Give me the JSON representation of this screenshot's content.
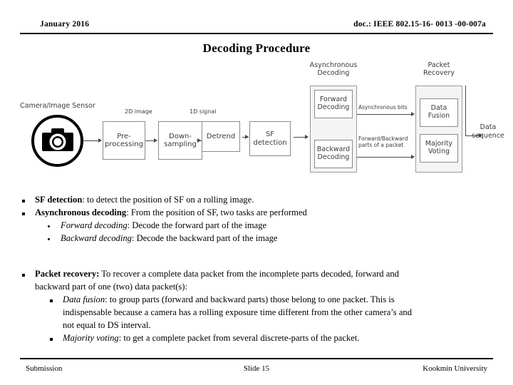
{
  "header": {
    "left": "January 2016",
    "right": "doc.: IEEE 802.15-16- 0013 -00-007a"
  },
  "title": "Decoding Procedure",
  "figure": {
    "camera_label": "Camera/Image Sensor",
    "camera_icon": "camera-icon",
    "boxes": {
      "preprocessing_l1": "Pre-",
      "preprocessing_l2": "processing",
      "downsampling_l1": "Down-",
      "downsampling_l2": "sampling",
      "detrend": "Detrend",
      "sf_detection_l1": "SF",
      "sf_detection_l2": "detection",
      "forward_decoding_l1": "Forward",
      "forward_decoding_l2": "Decoding",
      "backward_decoding_l1": "Backward",
      "backward_decoding_l2": "Decoding",
      "data_fusion_l1": "Data",
      "data_fusion_l2": "Fusion",
      "majority_voting_l1": "Majority",
      "majority_voting_l2": "Voting"
    },
    "group_labels": {
      "async_decoding_l1": "Asynchronous",
      "async_decoding_l2": "Decoding",
      "packet_recovery_l1": "Packet",
      "packet_recovery_l2": "Recovery"
    },
    "edge_labels": {
      "two_d_image": "2D image",
      "one_d_signal": "1D signal",
      "async_bits": "Asynchronous bits",
      "fb_parts_l1": "Forward/Backward",
      "fb_parts_l2": "parts of a packet",
      "data_sequence_l1": "Data",
      "data_sequence_l2": "sequence"
    }
  },
  "bullets": {
    "sf_detection_term": "SF detection",
    "sf_detection_rest": ": to detect the position of SF on a rolling image.",
    "async_term": "Asynchronous decoding",
    "async_rest": ": From the position of SF, two tasks are performed",
    "forward_term": "Forward decoding",
    "forward_rest": ": Decode the forward part of the image",
    "backward_term": "Backward decoding",
    "backward_rest": ": Decode the backward part of the image",
    "packet_term": "Packet recovery:",
    "packet_rest": " To recover a complete data packet from the incomplete parts decoded, forward and",
    "packet_line2": "backward part of one (two) data packet(s):",
    "fusion_term": "Data fusion",
    "fusion_rest": ": to group parts (forward and backward parts) those belong to one packet. This is",
    "fusion_line2": "indispensable because a camera has a rolling exposure time different from the other camera’s and",
    "fusion_line3": "not equal to DS interval.",
    "majority_term": "Majority voting",
    "majority_rest": ": to get a complete packet from several discrete-parts of the packet."
  },
  "footer": {
    "left": "Submission",
    "center": "Slide 15",
    "right": "Kookmin University"
  }
}
